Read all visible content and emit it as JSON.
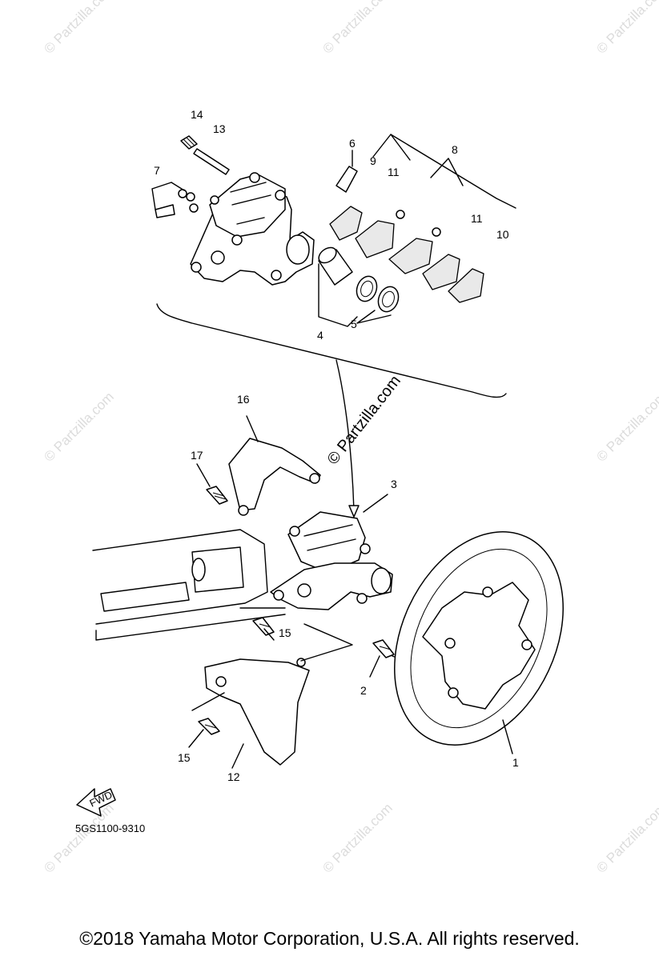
{
  "diagram": {
    "callouts": [
      {
        "id": "c1",
        "label": "1"
      },
      {
        "id": "c2",
        "label": "2"
      },
      {
        "id": "c3",
        "label": "3"
      },
      {
        "id": "c4",
        "label": "4"
      },
      {
        "id": "c5",
        "label": "5"
      },
      {
        "id": "c6",
        "label": "6"
      },
      {
        "id": "c7",
        "label": "7"
      },
      {
        "id": "c8",
        "label": "8"
      },
      {
        "id": "c9",
        "label": "9"
      },
      {
        "id": "c10",
        "label": "10"
      },
      {
        "id": "c11a",
        "label": "11"
      },
      {
        "id": "c11b",
        "label": "11"
      },
      {
        "id": "c12",
        "label": "12"
      },
      {
        "id": "c13",
        "label": "13"
      },
      {
        "id": "c14",
        "label": "14"
      },
      {
        "id": "c15a",
        "label": "15"
      },
      {
        "id": "c15b",
        "label": "15"
      },
      {
        "id": "c16",
        "label": "16"
      },
      {
        "id": "c17",
        "label": "17"
      }
    ],
    "fwd_label": "FWD",
    "diagram_code": "5GS1100-9310"
  },
  "watermark": {
    "main": "© Partzilla.com",
    "faint": "© Partzilla.com"
  },
  "footer": {
    "copyright": "©2018  Yamaha Motor Corporation, U.S.A. All rights reserved."
  }
}
